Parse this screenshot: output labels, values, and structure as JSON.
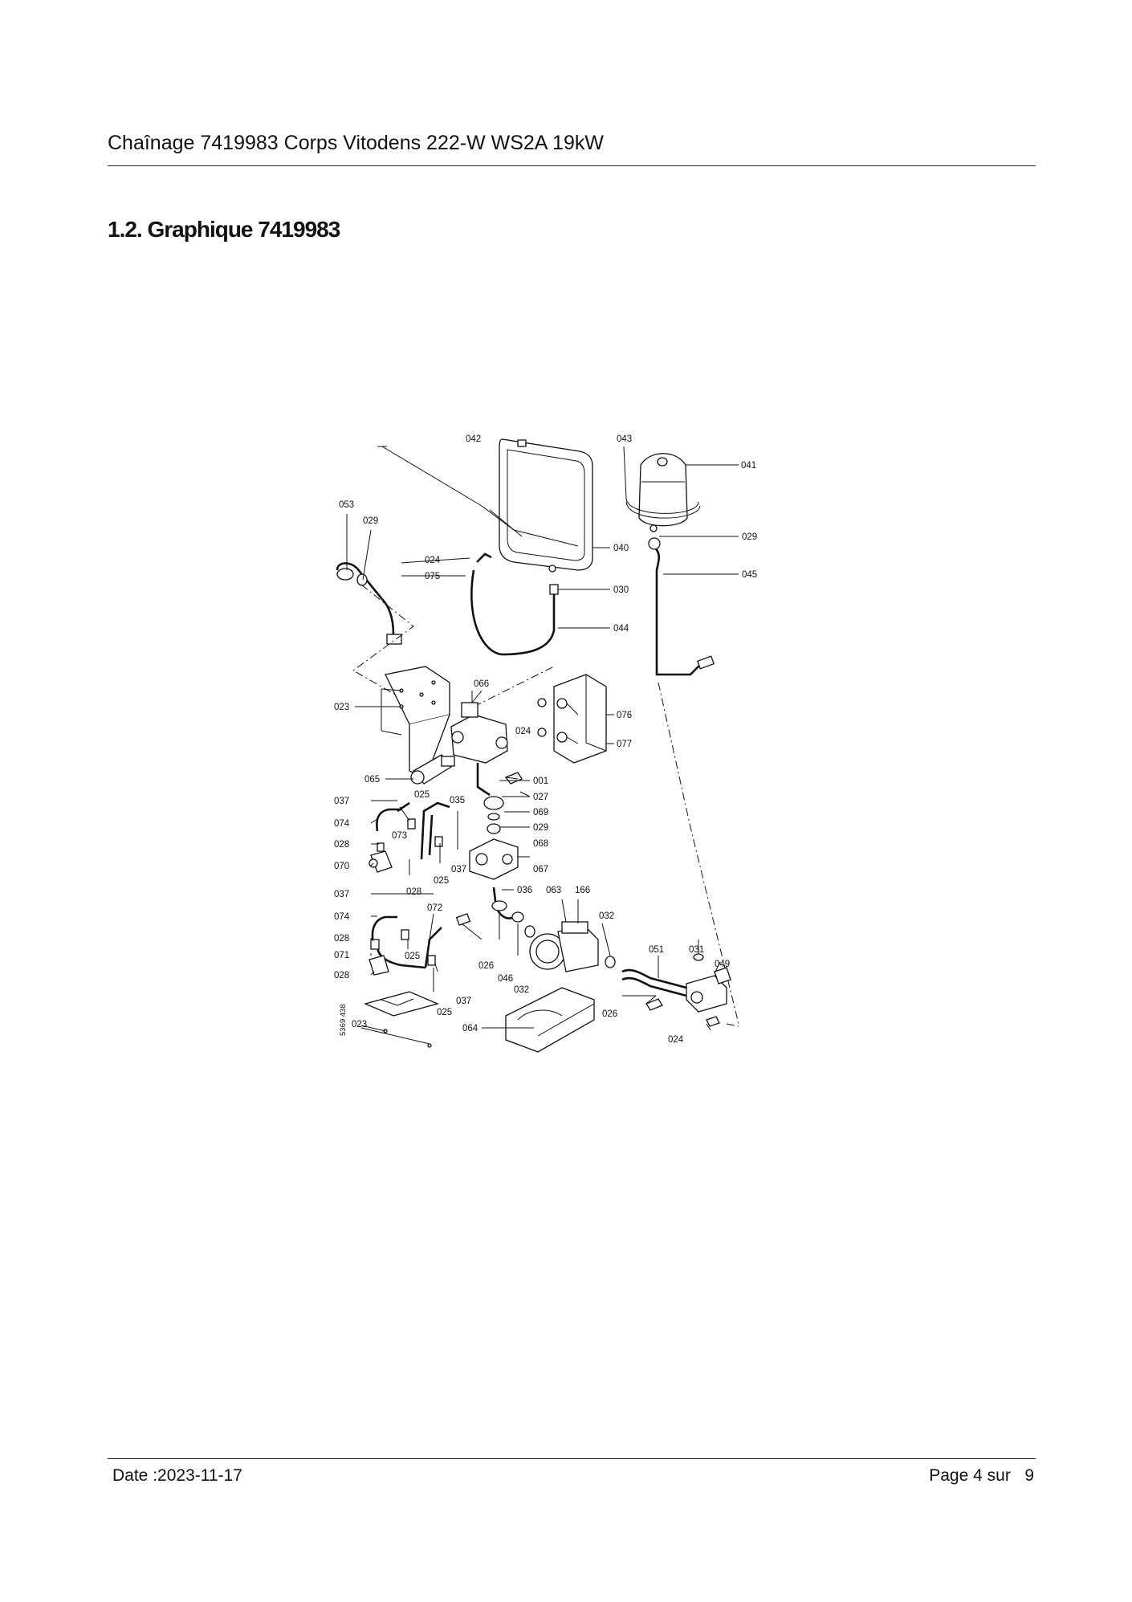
{
  "header": {
    "title": "Chaînage 7419983 Corps Vitodens 222-W WS2A 19kW"
  },
  "section": {
    "heading": "1.2. Graphique 7419983"
  },
  "figure": {
    "reference": "5369 438",
    "callouts": {
      "c042": "042",
      "c043": "043",
      "c041": "041",
      "c053": "053",
      "c029a": "029",
      "c040": "040",
      "c029b": "029",
      "c024a": "024",
      "c075": "075",
      "c045": "045",
      "c030": "030",
      "c044": "044",
      "c066": "066",
      "c023a": "023",
      "c076": "076",
      "c024b": "024",
      "c077": "077",
      "c065": "065",
      "c001": "001",
      "c025a": "025",
      "c037a": "037",
      "c035": "035",
      "c027": "027",
      "c074a": "074",
      "c069": "069",
      "c029c": "029",
      "c073": "073",
      "c068": "068",
      "c028a": "028",
      "c070": "070",
      "c037b": "037",
      "c067": "067",
      "c025b": "025",
      "c028b": "028",
      "c037c": "037",
      "c036": "036",
      "c063": "063",
      "c166": "166",
      "c074b": "074",
      "c072": "072",
      "c032a": "032",
      "c028c": "028",
      "c025c": "025",
      "c026a": "026",
      "c051": "051",
      "c031": "031",
      "c049": "049",
      "c071": "071",
      "c046": "046",
      "c032b": "032",
      "c028d": "028",
      "c037d": "037",
      "c025d": "025",
      "c026b": "026",
      "c023b": "023",
      "c064": "064",
      "c024c": "024"
    }
  },
  "footer": {
    "date": "Date :2023-11-17",
    "page": "Page 4 sur   9"
  }
}
